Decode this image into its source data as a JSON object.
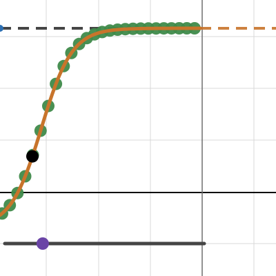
{
  "graph": {
    "plot_area": {
      "grid": true,
      "grid_color": "#d9d9d9",
      "axis_color": "#000000",
      "vertical_axis_color": "#6e6e6e"
    },
    "curve": {
      "kind": "sigmoid",
      "color": "#c8742b"
    },
    "asymptote": {
      "style": "dashed",
      "color": "#454545"
    },
    "sample_points": {
      "count": 26,
      "color": "#3f8a4a"
    },
    "movable_point": {
      "color": "#000000"
    },
    "slider": {
      "track_color": "#454545",
      "handle_color": "#6a44a6",
      "value": 0.19
    },
    "offscreen_marker": {
      "color": "#2d70b3"
    }
  }
}
